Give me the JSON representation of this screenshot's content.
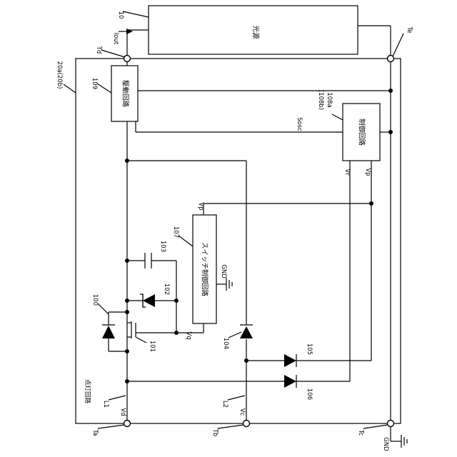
{
  "labels": {
    "light_source": "光源",
    "light_source_ref": "10",
    "board": "20a(20b)",
    "lighting_circuit": "点灯回路",
    "drive_circuit": "駆動回路",
    "drive_circuit_ref": "109",
    "control_circuit": "制御回路",
    "control_circuit_ref": "108a",
    "control_circuit_ref_alt": "(108b)",
    "switch_control_circuit": "スイッチ制御回路",
    "switch_control_ref": "107",
    "sosc": "Sosc",
    "iout": "Iout",
    "gnd": "GND",
    "gnd_bottom": "GND",
    "vr": "Vr",
    "vp_control": "Vp",
    "vp_switch": "Vp",
    "vq": "Vq",
    "vd": "Vd",
    "vc": "Vc",
    "l1": "L1",
    "l2": "L2",
    "td": "Td",
    "te": "Te",
    "ta": "Ta",
    "tb": "Tb",
    "tc": "Tc",
    "c103": "103",
    "d102": "102",
    "d100": "100",
    "q101": "101",
    "d104": "104",
    "d105": "105",
    "d106": "106"
  }
}
